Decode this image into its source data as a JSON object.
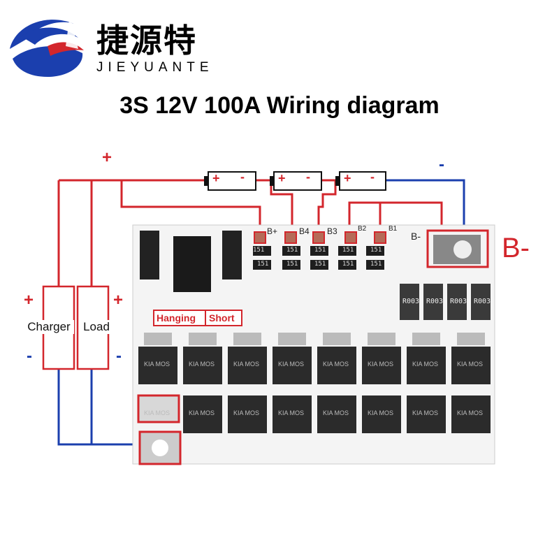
{
  "brand": {
    "name_cn": "捷源特",
    "name_en": "JIEYUANTE",
    "colors": {
      "blue": "#1b3fae",
      "red": "#d3262c"
    }
  },
  "title": "3S 12V 100A Wiring diagram",
  "wires": {
    "positive_color": "#d3262c",
    "negative_color": "#1b3fae"
  },
  "polarity": {
    "plus": "+",
    "minus": "-"
  },
  "batteries": [
    {
      "plus": "+",
      "minus": "-"
    },
    {
      "plus": "+",
      "minus": "-"
    },
    {
      "plus": "+",
      "minus": "-"
    }
  ],
  "terminals": {
    "b_minus": "B-",
    "b_minus_pcb": "B-",
    "b_plus": "B+",
    "b4": "B4",
    "b3": "B3",
    "b2": "B2",
    "b1": "B1"
  },
  "devices": {
    "charger": "Charger",
    "load": "Load"
  },
  "jumper": {
    "hanging": "Hanging",
    "short": "Short"
  },
  "pcb": {
    "resistor_marks": [
      "151",
      "151",
      "151",
      "151",
      "151",
      "151",
      "151",
      "151",
      "151",
      "151"
    ],
    "shunt_marks": [
      "R003",
      "R003",
      "R003",
      "R003"
    ],
    "mosfet_marks": [
      "KIA MOS",
      "KIA MOS",
      "KIA MOS",
      "KIA MOS",
      "KIA MOS",
      "KIA MOS",
      "KIA MOS",
      "KIA MOS",
      "KIA MOS",
      "KIA MOS",
      "KIA MOS",
      "KIA MOS",
      "KIA MOS",
      "KIA MOS",
      "KIA MOS",
      "KIA MOS"
    ]
  }
}
